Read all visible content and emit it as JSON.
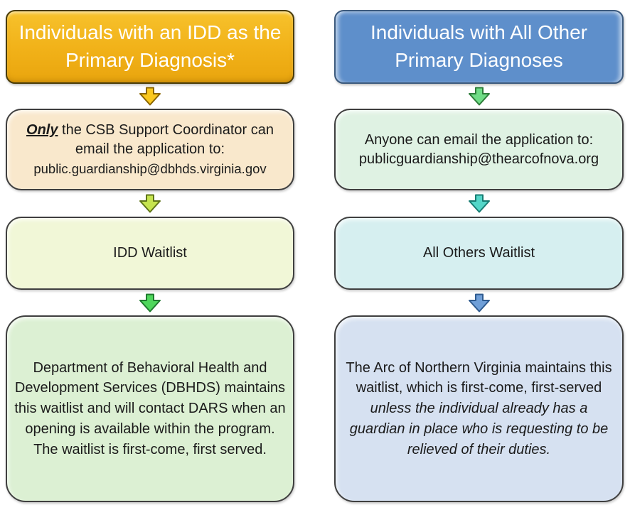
{
  "diagram": {
    "type": "flowchart",
    "columns": [
      {
        "id": "idd-primary",
        "header": {
          "text": "Individuals with an IDD as the Primary Diagnosis*",
          "bg": "#F1B118",
          "border": "#4A3C08",
          "text_color": "#FFFFFF"
        },
        "arrows": [
          {
            "name": "down-arrow-gold",
            "fill": "#FAC81E",
            "stroke": "#8A6500"
          },
          {
            "name": "down-arrow-lime",
            "fill": "#C6E44F",
            "stroke": "#5F7518"
          },
          {
            "name": "down-arrow-green",
            "fill": "#4FD75C",
            "stroke": "#1F7A2E"
          }
        ],
        "boxes": [
          {
            "name": "csb-email-box",
            "bg": "#F9E8CC",
            "segments": [
              {
                "text": "Only",
                "style": "bold-italic-underline"
              },
              {
                "text": " the CSB Support Coordinator can email the application to:",
                "style": ""
              }
            ],
            "email": "public.guardianship@dbhds.virginia.gov"
          },
          {
            "name": "idd-waitlist-box",
            "bg": "#F1F7D7",
            "text": "IDD Waitlist"
          },
          {
            "name": "dbhds-info-box",
            "bg": "#DCF0D3",
            "text": "Department of Behavioral Health and Development Services (DBHDS) maintains this waitlist and will contact DARS when an opening is available within the program.  The waitlist is first-come, first served."
          }
        ]
      },
      {
        "id": "all-other",
        "header": {
          "text": "Individuals with All Other Primary Diagnoses",
          "bg": "#5E8FCB",
          "border": "#3C5A7D",
          "text_color": "#FFFFFF"
        },
        "arrows": [
          {
            "name": "down-arrow-mint",
            "fill": "#6FDD86",
            "stroke": "#2E7D3A"
          },
          {
            "name": "down-arrow-teal",
            "fill": "#53D6C8",
            "stroke": "#167C72"
          },
          {
            "name": "down-arrow-blue",
            "fill": "#6F9FD8",
            "stroke": "#2F5B8F"
          }
        ],
        "boxes": [
          {
            "name": "anyone-email-box",
            "bg": "#DFF2E3",
            "segments": [
              {
                "text": "Anyone can email the application to:",
                "style": ""
              }
            ],
            "email": "publicguardianship@thearcofnova.org"
          },
          {
            "name": "all-others-waitlist-box",
            "bg": "#D6EFF0",
            "text": "All Others Waitlist"
          },
          {
            "name": "arc-info-box",
            "bg": "#D6E1F1",
            "segments": [
              {
                "text": "The Arc of Northern Virginia maintains this waitlist, which is first-come, first-served ",
                "style": ""
              },
              {
                "text": "unless the individual already has a guardian in place who is requesting to be relieved of their duties.",
                "style": "italic"
              }
            ]
          }
        ]
      }
    ]
  }
}
